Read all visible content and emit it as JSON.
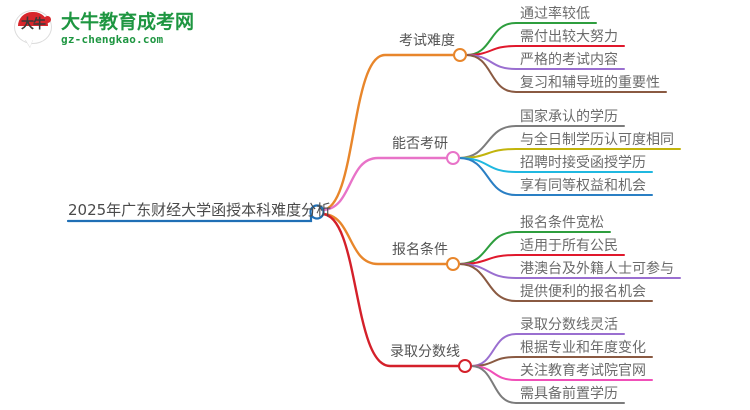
{
  "header": {
    "logo_icon": "speech-bubble-logo-icon",
    "logo_mark_text": "大牛",
    "site_name": "大牛教育成考网",
    "site_domain": "gz-chengkao.com"
  },
  "mindmap": {
    "root": {
      "label": "2025年广东财经大学函授本科难度分析",
      "color": "#1f6fb5"
    },
    "branches": [
      {
        "label": "考试难度",
        "color": "#e8862b",
        "children": [
          {
            "label": "通过率较低",
            "color": "#2e9e3e"
          },
          {
            "label": "需付出较大努力",
            "color": "#e0182c"
          },
          {
            "label": "严格的考试内容",
            "color": "#9a6fd0"
          },
          {
            "label": "复习和辅导班的重要性",
            "color": "#8a5a42"
          }
        ]
      },
      {
        "label": "能否考研",
        "color": "#e873c8",
        "children": [
          {
            "label": "国家承认的学历",
            "color": "#7c7c7c"
          },
          {
            "label": "与全日制学历认可度相同",
            "color": "#c2b40c"
          },
          {
            "label": "招聘时接受函授学历",
            "color": "#20b8e0"
          },
          {
            "label": "享有同等权益和机会",
            "color": "#2a7fc4"
          }
        ]
      },
      {
        "label": "报名条件",
        "color": "#e8862b",
        "children": [
          {
            "label": "报名条件宽松",
            "color": "#2e9e3e"
          },
          {
            "label": "适用于所有公民",
            "color": "#e0182c"
          },
          {
            "label": "港澳台及外籍人士可参与",
            "color": "#9a6fd0"
          },
          {
            "label": "提供便利的报名机会",
            "color": "#8a5a42"
          }
        ]
      },
      {
        "label": "录取分数线",
        "color": "#d4202a",
        "children": [
          {
            "label": "录取分数线灵活",
            "color": "#9a6fd0"
          },
          {
            "label": "根据专业和年度变化",
            "color": "#8a5a42"
          },
          {
            "label": "关注教育考试院官网",
            "color": "#f050b8"
          },
          {
            "label": "需具备前置学历",
            "color": "#7c7c7c"
          }
        ]
      }
    ]
  }
}
